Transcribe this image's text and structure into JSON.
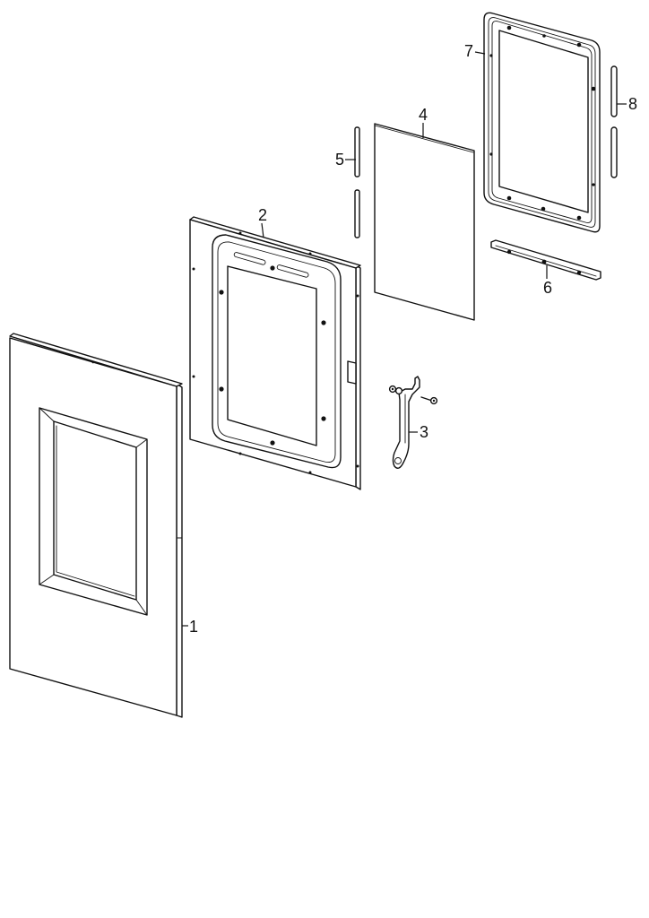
{
  "parts": [
    {
      "id": "door-panel",
      "label": "1"
    },
    {
      "id": "choke-frame",
      "label": "2"
    },
    {
      "id": "latch-hook",
      "label": "3"
    },
    {
      "id": "glass-sheet",
      "label": "4"
    },
    {
      "id": "side-strip-left",
      "label": "5"
    },
    {
      "id": "bottom-rail",
      "label": "6"
    },
    {
      "id": "window-frame",
      "label": "7"
    },
    {
      "id": "side-strip-right",
      "label": "8"
    }
  ],
  "colors": {
    "line": "#111111",
    "background": "#ffffff"
  }
}
